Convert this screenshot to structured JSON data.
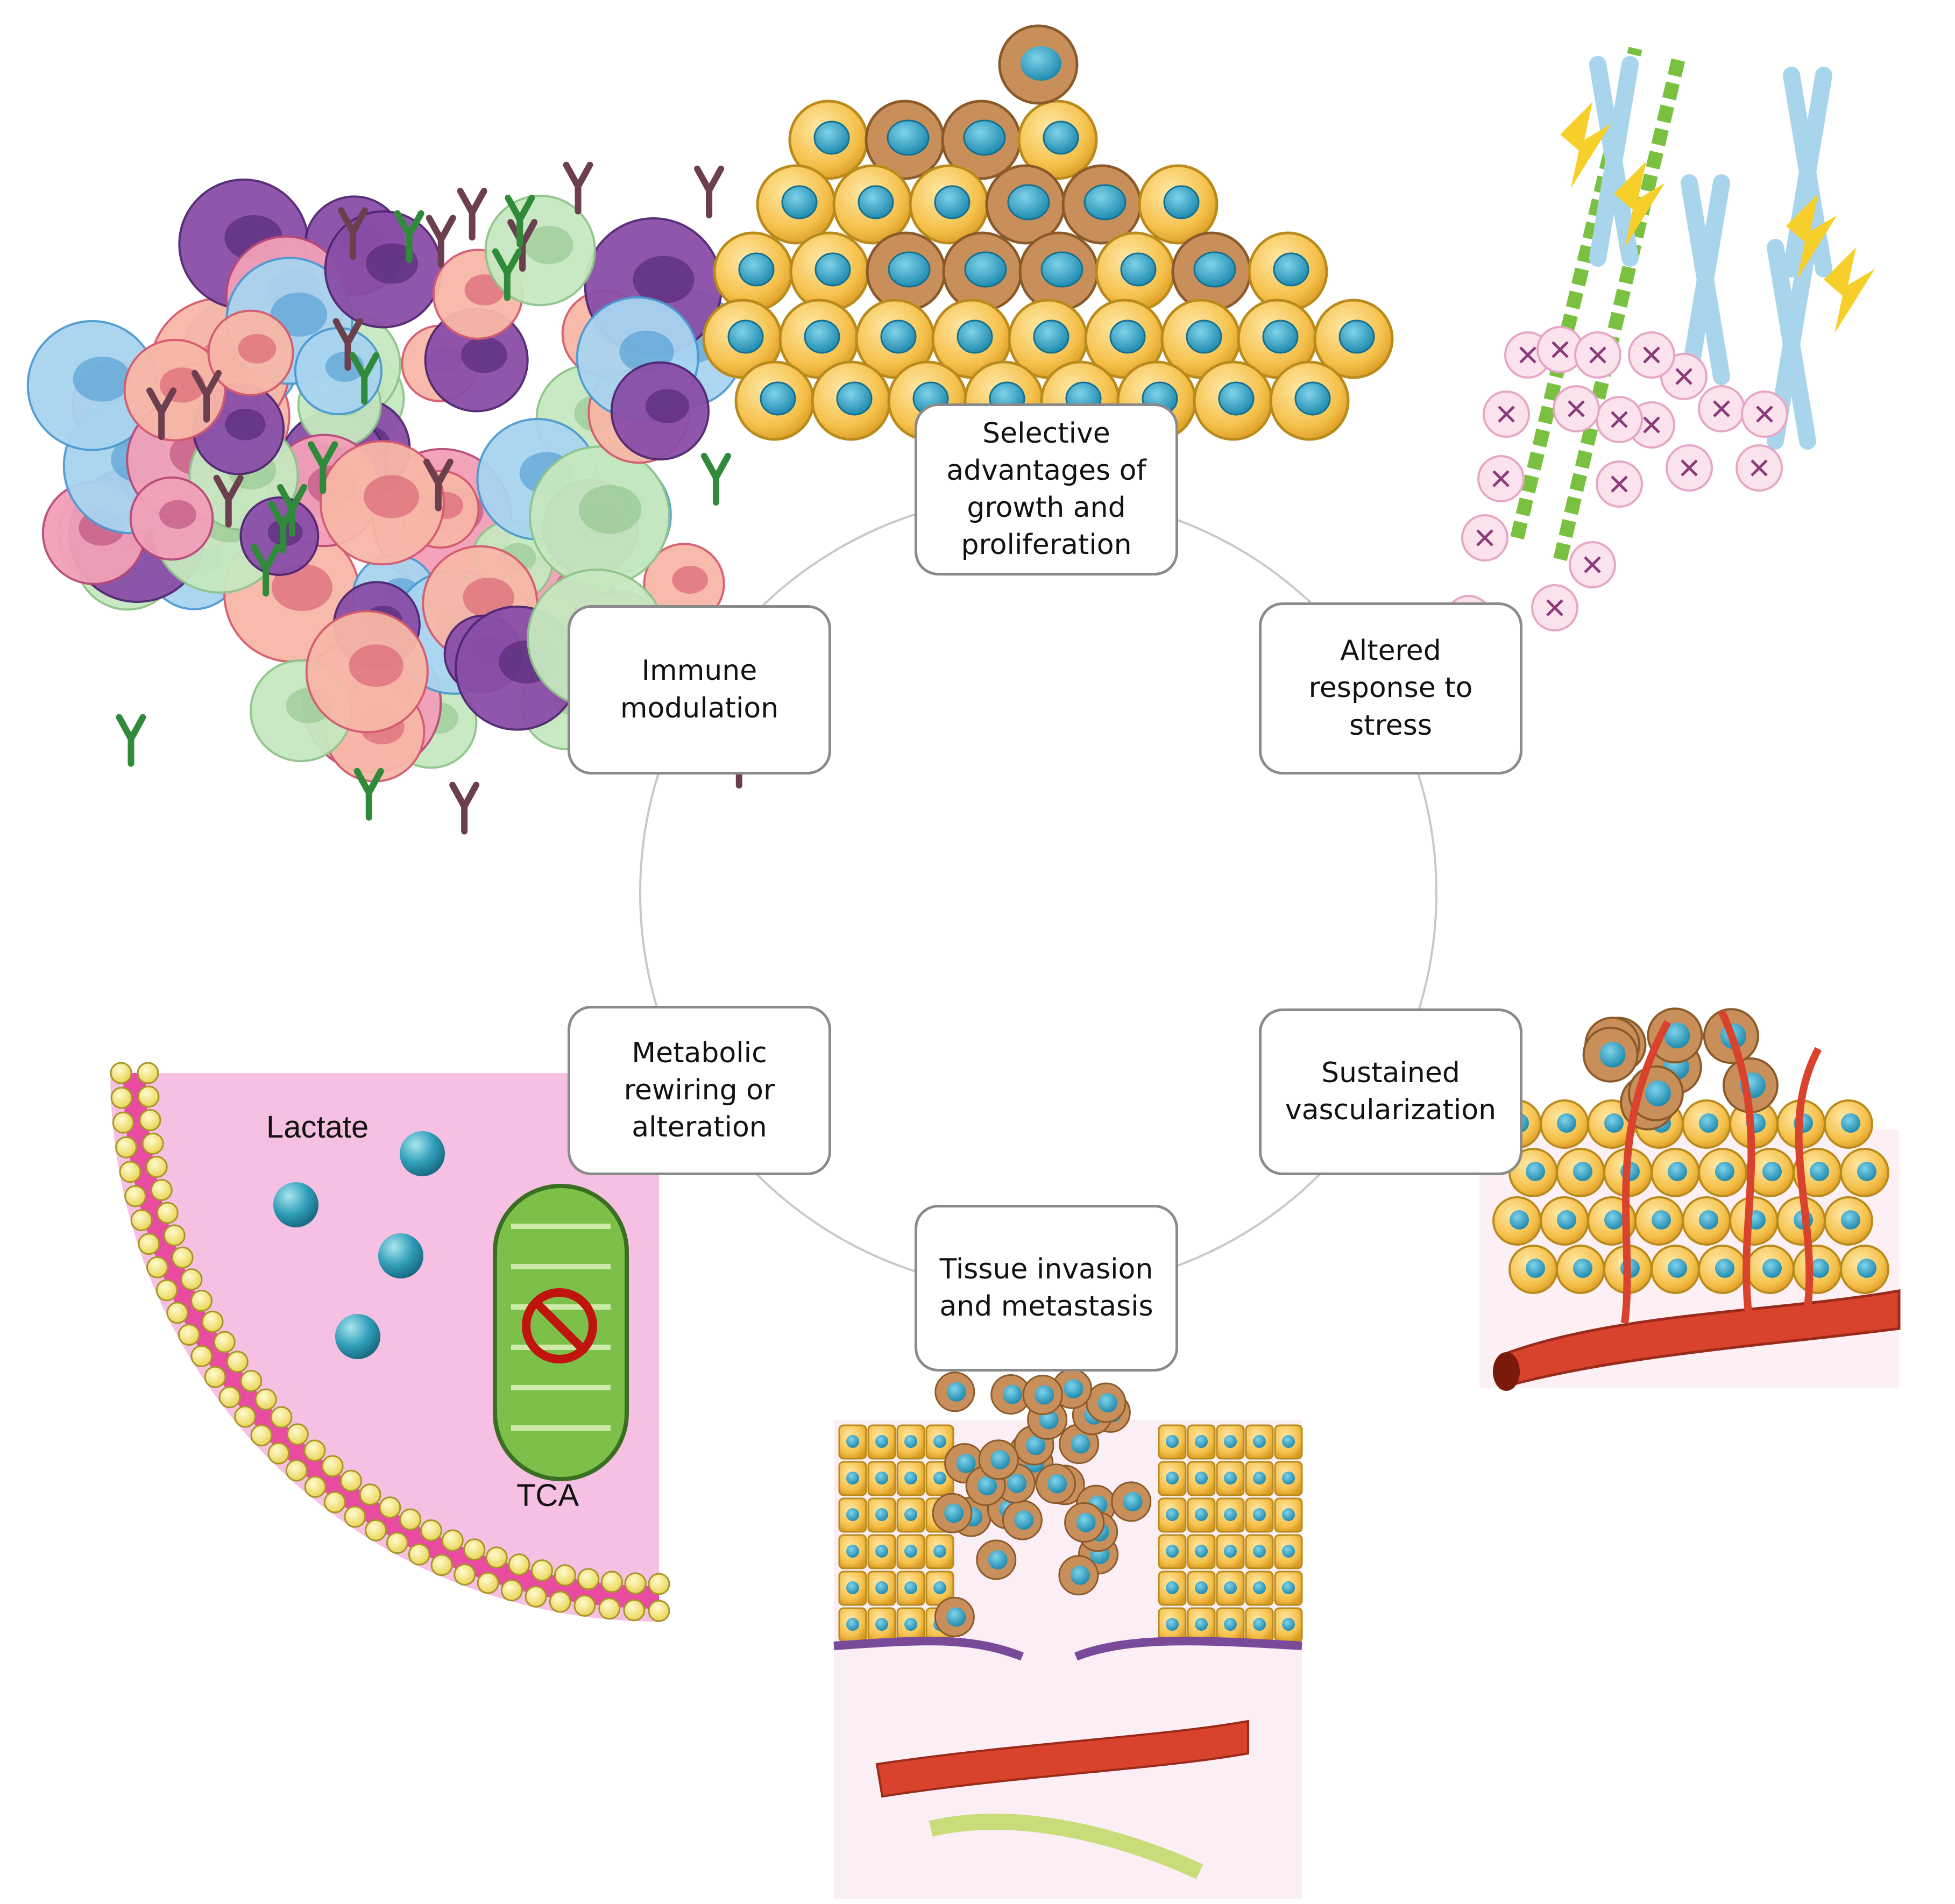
{
  "hallmarks": [
    {
      "id": "growth",
      "text": "Selective\nadvantages of\ngrowth and\nproliferation"
    },
    {
      "id": "stress",
      "text": "Altered\nresponse to\nstress"
    },
    {
      "id": "vascularization",
      "text": "Sustained\nvascularization"
    },
    {
      "id": "invasion",
      "text": "Tissue invasion\nand metastasis"
    },
    {
      "id": "metabolic",
      "text": "Metabolic\nrewiring or\nalteration"
    },
    {
      "id": "immune",
      "text": "Immune\nmodulation"
    }
  ],
  "metabolism_panel": {
    "lactate_label": "Lactate",
    "tca_label": "TCA"
  },
  "colors": {
    "ring": "#c8c8c8",
    "box_border": "#8a8a8a",
    "tumor_cell": "#f5c04a",
    "tumor_cell_edge": "#b98a1c",
    "nucleus": "#2ea6c7",
    "cancer_cell": "#c98f5a",
    "cytoplasm": "#f3a3d8",
    "membrane_head": "#f6e96b",
    "vessel": "#d9432e",
    "mitochondria": "#7cc04a"
  },
  "icons": [
    "immune-cell-cluster",
    "tumor-cell-mass",
    "dna-damage-lightning",
    "chromosome",
    "cell-division",
    "blood-vessel",
    "mitochondrion",
    "no-symbol"
  ]
}
